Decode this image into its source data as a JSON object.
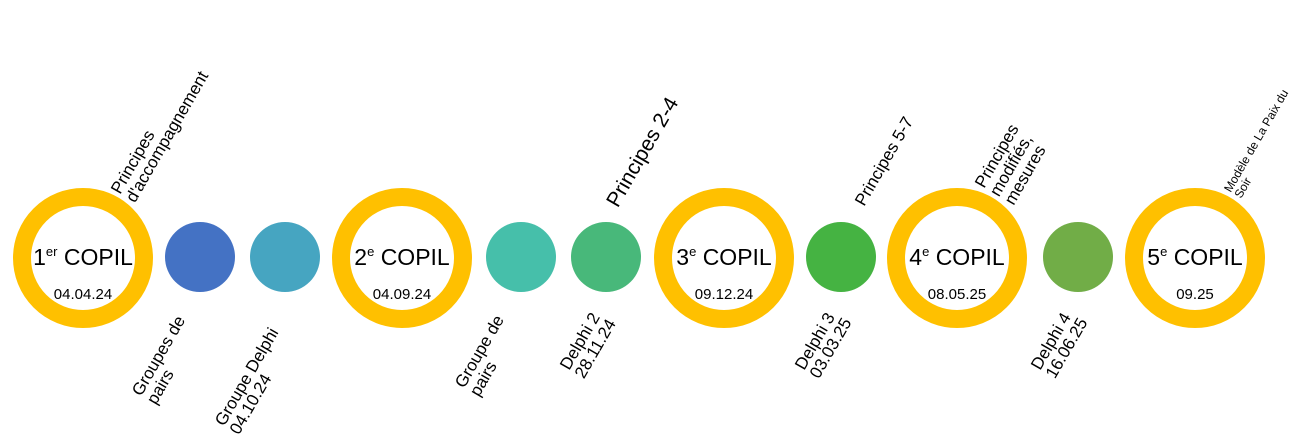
{
  "colors": {
    "ring": "#ffc000",
    "dot1": "#4472c4",
    "dot2": "#46a5c1",
    "dot3": "#46bfaa",
    "dot4": "#48b87a",
    "dot5": "#45b342",
    "dot6": "#71ad47"
  },
  "copils": [
    {
      "num": "1",
      "sup": "er",
      "label": "COPIL",
      "date": "04.04.24"
    },
    {
      "num": "2",
      "sup": "e",
      "label": "COPIL",
      "date": "04.09.24"
    },
    {
      "num": "3",
      "sup": "e",
      "label": "COPIL",
      "date": "09.12.24"
    },
    {
      "num": "4",
      "sup": "e",
      "label": "COPIL",
      "date": "08.05.25"
    },
    {
      "num": "5",
      "sup": "e",
      "label": "COPIL",
      "date": "09.25"
    }
  ],
  "above": {
    "a1": [
      "Principes",
      "d'accompagnement"
    ],
    "a2": [
      "Principes 2-4"
    ],
    "a3": [
      "Principes 5-7"
    ],
    "a4": [
      "Principes",
      "modifiés,",
      "mesures"
    ],
    "a5": [
      "Modèle de La Paix du",
      "Soir"
    ]
  },
  "below": {
    "b1": [
      "Groupes de",
      "pairs"
    ],
    "b2": [
      "Groupe Delphi",
      "04.10.24"
    ],
    "b3": [
      "Groupe de",
      "pairs"
    ],
    "b4": [
      "Delphi 2",
      "28.11.24"
    ],
    "b5": [
      "Delphi 3",
      "03.03.25"
    ],
    "b6": [
      "Delphi 4",
      "16.06.25"
    ]
  }
}
